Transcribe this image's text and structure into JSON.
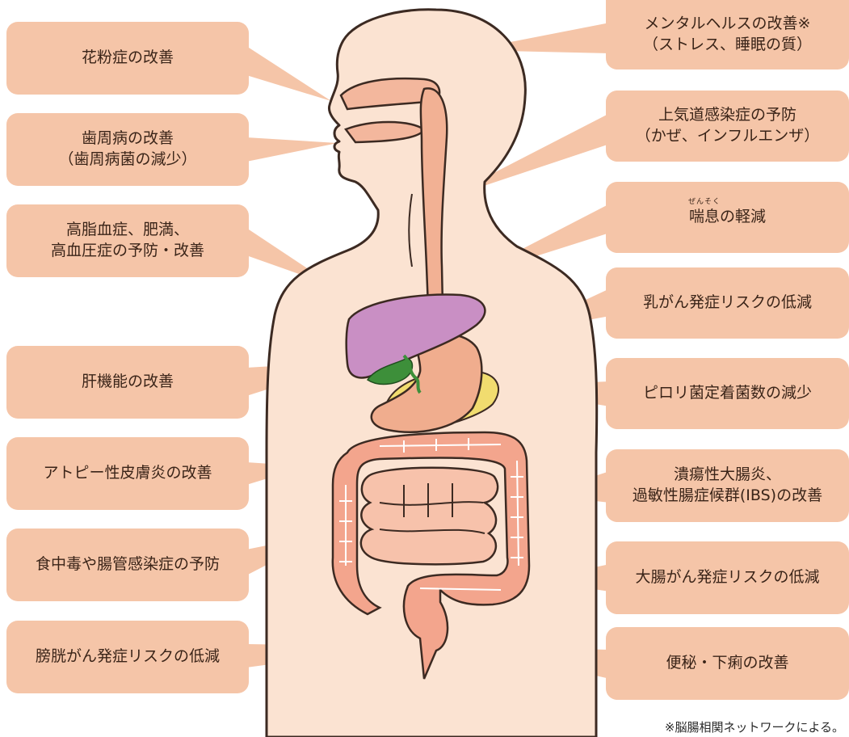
{
  "labels_left": [
    {
      "id": "pollen",
      "lines": [
        "花粉症の改善"
      ]
    },
    {
      "id": "periodontal",
      "lines": [
        "歯周病の改善",
        "（歯周病菌の減少）"
      ]
    },
    {
      "id": "lipid",
      "lines": [
        "高脂血症、肥満、",
        "高血圧症の予防・改善"
      ]
    },
    {
      "id": "liver",
      "lines": [
        "肝機能の改善"
      ]
    },
    {
      "id": "atopy",
      "lines": [
        "アトピー性皮膚炎の改善"
      ]
    },
    {
      "id": "food",
      "lines": [
        "食中毒や腸管感染症の予防"
      ]
    },
    {
      "id": "bladder",
      "lines": [
        "膀胱がん発症リスクの低減"
      ]
    }
  ],
  "labels_right": [
    {
      "id": "mental",
      "lines": [
        "メンタルヘルスの改善※",
        "（ストレス、睡眠の質）"
      ]
    },
    {
      "id": "respiratory",
      "lines": [
        "上気道感染症の予防",
        "（かぜ、インフルエンザ）"
      ]
    },
    {
      "id": "asthma",
      "word": "喘息",
      "ruby": "ぜんそく",
      "rest": "の軽減"
    },
    {
      "id": "breast",
      "lines": [
        "乳がん発症リスクの低減"
      ]
    },
    {
      "id": "pylori",
      "lines": [
        "ピロリ菌定着菌数の減少"
      ]
    },
    {
      "id": "ulcerative",
      "lines": [
        "潰瘍性大腸炎、",
        "過敏性腸症候群(IBS)の改善"
      ]
    },
    {
      "id": "colon",
      "lines": [
        "大腸がん発症リスクの低減"
      ]
    },
    {
      "id": "constipation",
      "lines": [
        "便秘・下痢の改善"
      ]
    }
  ],
  "footnote": "※脳腸相関ネットワークによる。",
  "colors": {
    "box": "#f5c5a8",
    "skin": "#fbe3d2",
    "outline": "#3c2a22",
    "liver": "#c98fc4",
    "stomach": "#f0ad8e",
    "intestine": "#f3a58d",
    "gallbladder": "#3d8f3a",
    "pancreas": "#f1dc6f",
    "text": "#3a2418"
  }
}
